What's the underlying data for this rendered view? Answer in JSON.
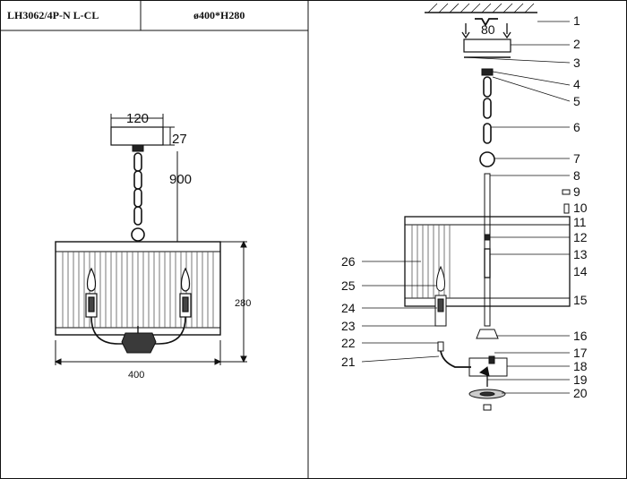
{
  "header": {
    "model": "LH3062/4P-N L-CL",
    "size": "ø400*H280"
  },
  "left_view": {
    "canopy_width": "120",
    "canopy_height": "27",
    "chain_length": "900",
    "height": "280",
    "diameter": "400"
  },
  "exploded": {
    "top_spacing": "80",
    "callouts": [
      "1",
      "2",
      "3",
      "4",
      "5",
      "6",
      "7",
      "8",
      "9",
      "10",
      "11",
      "12",
      "13",
      "14",
      "15",
      "16",
      "17",
      "18",
      "19",
      "20",
      "21",
      "22",
      "23",
      "24",
      "25",
      "26"
    ]
  },
  "colors": {
    "line": "#111111",
    "dark": "#333333",
    "paper": "#ffffff"
  }
}
